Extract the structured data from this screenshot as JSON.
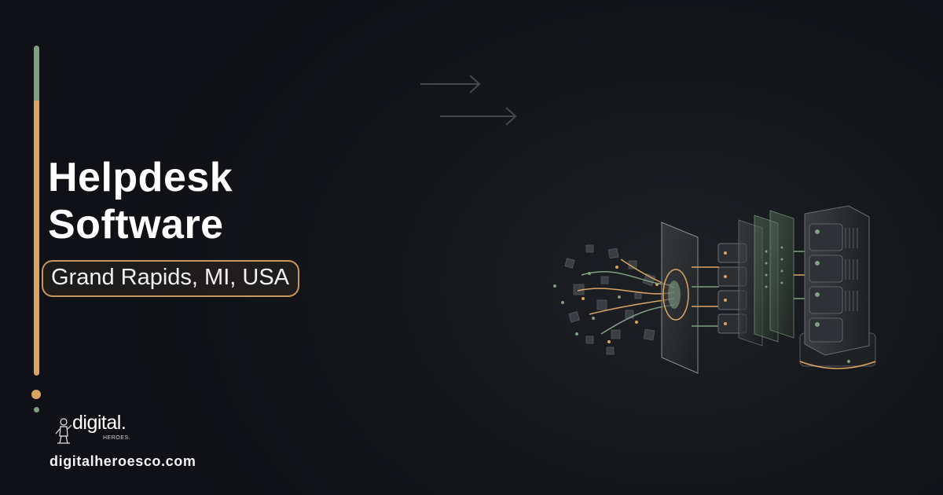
{
  "hero": {
    "title_line_1": "Helpdesk",
    "title_line_2": "Software",
    "location": "Grand Rapids, MI, USA"
  },
  "brand": {
    "logo_word": "digital.",
    "logo_sub": "HEROES.",
    "website": "digitalheroesco.com"
  },
  "colors": {
    "background": "#101217",
    "accent_gold": "#d9a564",
    "accent_green": "#7f9e82",
    "text": "#ffffff"
  },
  "icons": [
    "hero-mascot-icon",
    "arrow-right-icon",
    "server-rack-icon"
  ]
}
